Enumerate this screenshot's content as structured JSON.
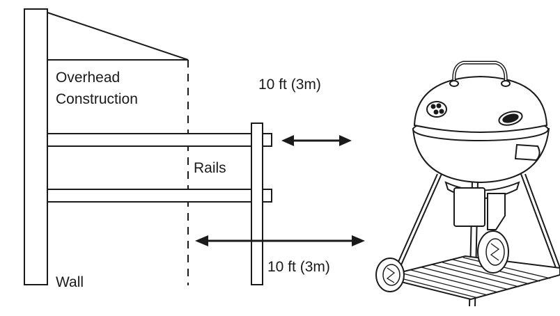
{
  "labels": {
    "overhead_line1": "Overhead",
    "overhead_line2": "Construction",
    "clearance_top": "10 ft (3m)",
    "rails": "Rails",
    "clearance_bottom": "10 ft (3m)",
    "wall": "Wall"
  },
  "colors": {
    "line": "#1a1a1a",
    "background": "#ffffff"
  },
  "icons": {
    "grill": "kettle-grill-illustration"
  }
}
